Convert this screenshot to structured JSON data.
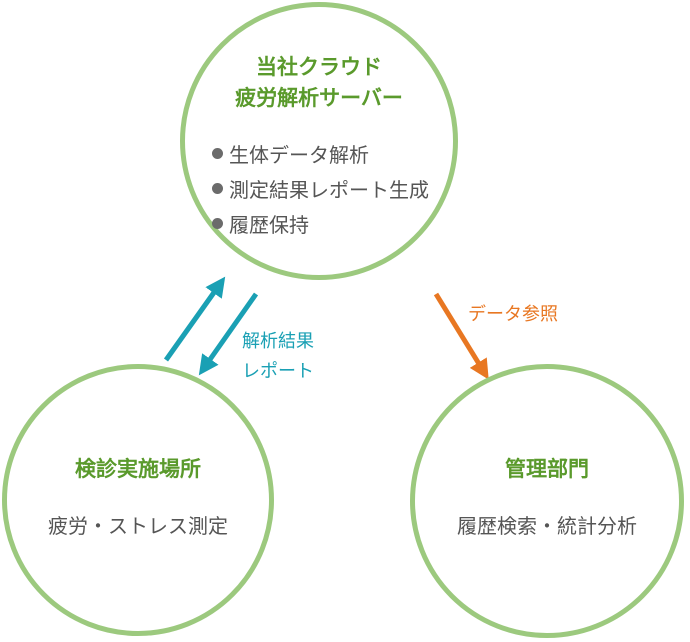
{
  "server": {
    "title_line1": "当社クラウド",
    "title_line2": "疲労解析サーバー",
    "items": [
      "生体データ解析",
      "測定結果レポート生成",
      "履歴保持"
    ]
  },
  "site": {
    "title": "検診実施場所",
    "subtitle": "疲労・ストレス測定"
  },
  "admin": {
    "title": "管理部門",
    "subtitle": "履歴検索・統計分析"
  },
  "arrows": {
    "report_label_line1": "解析結果",
    "report_label_line2": "レポート",
    "data_label": "データ参照"
  },
  "colors": {
    "circle_border": "#9cc97e",
    "title": "#5a9a2c",
    "teal": "#1aa0b4",
    "orange": "#e87722",
    "text": "#555555"
  }
}
